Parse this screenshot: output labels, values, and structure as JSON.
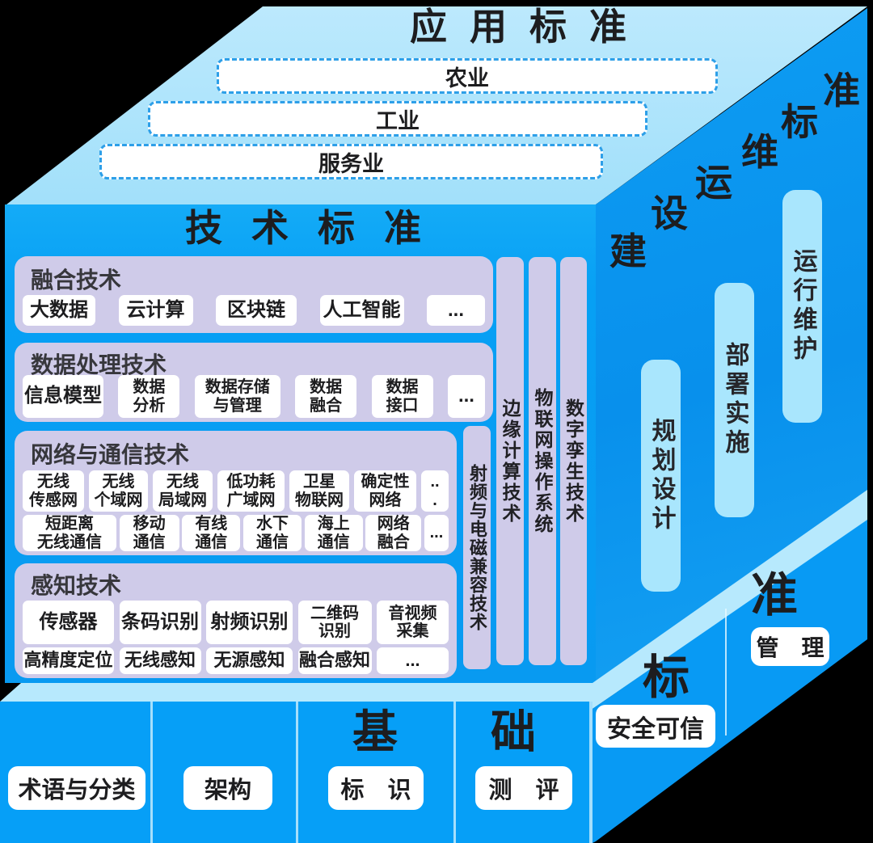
{
  "colors": {
    "top_face": "#a9e2fb",
    "front_face": "#089af1",
    "right_face": "#0a93ee",
    "bottom_bar": "#069ff7",
    "light_bar": "#a9e6fd",
    "bevel": "#b7e9fd",
    "panel": "#cfcbe9",
    "dashed_border": "#2d9fe8",
    "text": "#1d1d1f"
  },
  "top_face": {
    "title": "应用标准",
    "bars": [
      {
        "label": "农业"
      },
      {
        "label": "工业"
      },
      {
        "label": "服务业"
      }
    ]
  },
  "front_face": {
    "title": "技术标准",
    "panels": [
      {
        "header": "融合技术",
        "row1": [
          "大数据",
          "云计算",
          "区块链",
          "人工智能",
          "..."
        ]
      },
      {
        "header": "数据处理技术",
        "row1": [
          "信息模型",
          "数据\n分析",
          "数据存储\n与管理",
          "数据\n融合",
          "数据\n接口",
          "..."
        ]
      },
      {
        "header": "网络与通信技术",
        "row1": [
          "无线\n传感网",
          "无线\n个域网",
          "无线\n局域网",
          "低功耗\n广域网",
          "卫星\n物联网",
          "确定性\n网络",
          "..\n."
        ],
        "row2": [
          "短距离\n无线通信",
          "移动\n通信",
          "有线\n通信",
          "水下\n通信",
          "海上\n通信",
          "网络\n融合",
          "..."
        ]
      },
      {
        "header": "感知技术",
        "row1": [
          "传感器",
          "条码识别",
          "射频识别",
          "二维码\n识别",
          "音视频\n采集"
        ],
        "row2": [
          "高精度定位",
          "无线感知",
          "无源感知",
          "融合感知",
          "..."
        ]
      }
    ],
    "side_bars": [
      "射频与电磁兼容技术",
      "边缘计算技术",
      "物联网操作系统",
      "数字孪生技术"
    ]
  },
  "right_face": {
    "diagonal_title": "建设运维标准",
    "diagonal_chars": [
      "建",
      "设",
      "运",
      "维",
      "标",
      "准"
    ],
    "bars": [
      "规划设计",
      "部署实施",
      "运行维护"
    ]
  },
  "bottom_bar": {
    "title_chars": [
      "基",
      "础"
    ],
    "items": [
      "术语与分类",
      "架构",
      "标　识",
      "测　评"
    ]
  },
  "corner_cube": {
    "title_chars": [
      "标",
      "准"
    ],
    "items": [
      "安全可信",
      "管　理"
    ]
  }
}
